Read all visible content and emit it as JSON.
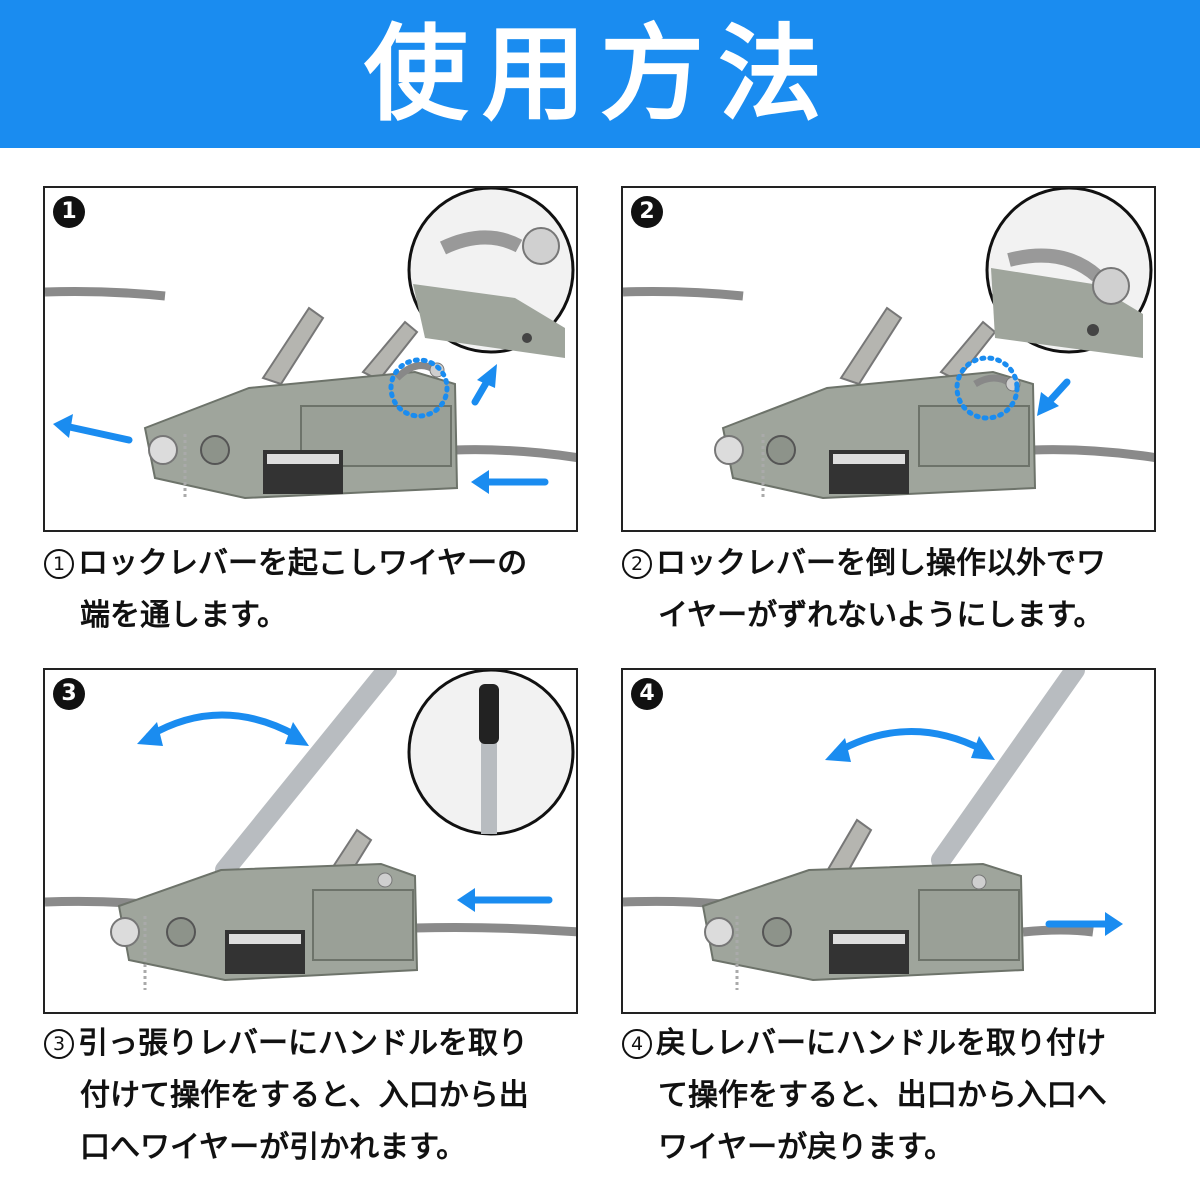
{
  "header": {
    "title": "使用方法"
  },
  "steps": [
    {
      "badge": "1",
      "num": "1",
      "lines": [
        "ロックレバーを起こしワイヤーの",
        "端を通します。"
      ]
    },
    {
      "badge": "2",
      "num": "2",
      "lines": [
        "ロックレバーを倒し操作以外でワ",
        "イヤーがずれないようにします。"
      ]
    },
    {
      "badge": "3",
      "num": "3",
      "lines": [
        "引っ張りレバーにハンドルを取り",
        "付けて操作をすると、入口から出",
        "口へワイヤーが引かれます。"
      ]
    },
    {
      "badge": "4",
      "num": "4",
      "lines": [
        "戻しレバーにハンドルを取り付け",
        "て操作をすると、出口から入口へ",
        "ワイヤーが戻ります。"
      ]
    }
  ],
  "colors": {
    "accent": "#1a8cf0",
    "body_gray": "#9fa59c",
    "text": "#111111"
  },
  "icons": [
    "arrow-left-icon",
    "arrow-right-icon",
    "arrow-up-right-icon",
    "arrow-down-left-icon",
    "curved-double-arrow-icon",
    "zoom-circle-icon"
  ]
}
